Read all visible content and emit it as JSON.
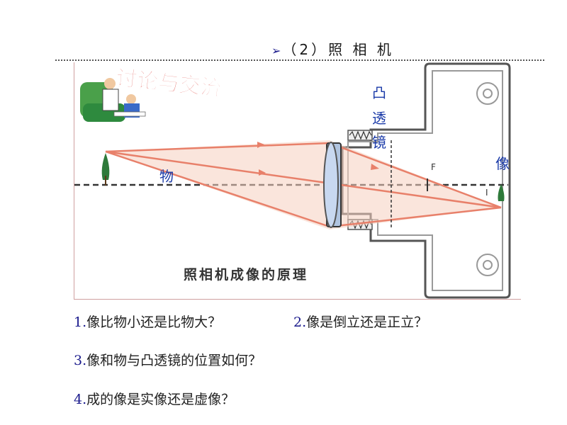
{
  "title": {
    "bullet": "➢",
    "text": "（2）照 相 机"
  },
  "figure": {
    "badge_text": "讨论与交流",
    "caption": "照相机成像的原理",
    "lens_label": [
      "凸",
      "透",
      "镜"
    ],
    "object_label": "物",
    "image_label": "像",
    "focus_label": "F",
    "image_marker": "I"
  },
  "questions": [
    {
      "num": "1.",
      "text": "像比物小还是比物大？"
    },
    {
      "num": "2.",
      "text": "像是倒立还是正立？"
    },
    {
      "num": "3.",
      "text": "像和物与凸透镜的位置如何？"
    },
    {
      "num": "4.",
      "text": "成的像是实像还是虚像？"
    }
  ],
  "colors": {
    "ray": "#e8806a",
    "label_blue": "#1a3aa8",
    "camera_body": "#555555"
  }
}
